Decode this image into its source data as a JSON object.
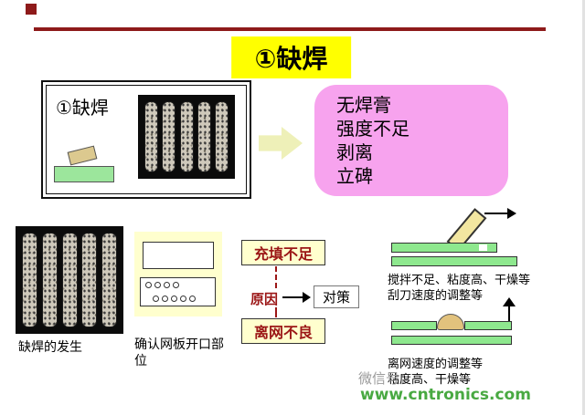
{
  "colors": {
    "accent_dark_red": "#8e1a1a",
    "title_highlight": "#ffff00",
    "result_box_pink": "#f7a3ee",
    "panel_cream": "#ffffce",
    "pcb_green": "#8ee88e",
    "cause_text_red": "#9b1616",
    "watermark_green": "#49a942"
  },
  "header": {
    "title": "①缺焊"
  },
  "defect_panel": {
    "label": "①缺焊"
  },
  "result_panel": {
    "lines": [
      "无焊膏",
      "强度不足",
      "剥离",
      "立碑"
    ]
  },
  "photo_panel": {
    "caption": "缺焊的发生"
  },
  "stencil_panel": {
    "caption": "确认网板开口部位"
  },
  "analysis": {
    "cause_top": "充填不足",
    "cause_label": "原因",
    "measure_label": "对策",
    "cause_bottom": "离网不良"
  },
  "squeegee_note": {
    "line1": "搅拌不足、粘度高、干燥等",
    "line2": "刮刀速度的调整等"
  },
  "release_note": {
    "line1": "离网速度的调整等",
    "line2": "粘度高、干燥等"
  },
  "watermark": {
    "wechat": "微信号：",
    "site": "www.cntronics.com"
  }
}
